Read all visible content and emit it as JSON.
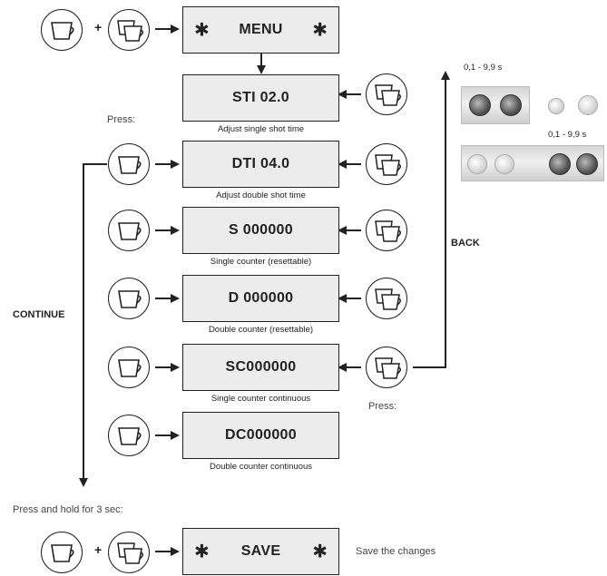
{
  "menu": {
    "title": "MENU",
    "star": "✱"
  },
  "screens": [
    {
      "id": "sti",
      "display": "STI 02.0",
      "caption": "Adjust single shot time"
    },
    {
      "id": "dti",
      "display": "DTI 04.0",
      "caption": "Adjust double shot time"
    },
    {
      "id": "s",
      "display": "S 000000",
      "caption": "Single counter (resettable)"
    },
    {
      "id": "d",
      "display": "D 000000",
      "caption": "Double counter (resettable)"
    },
    {
      "id": "sc",
      "display": "SC000000",
      "caption": "Single counter continuous"
    },
    {
      "id": "dc",
      "display": "DC000000",
      "caption": "Double counter continuous"
    }
  ],
  "save": {
    "title": "SAVE",
    "star": "✱",
    "description": "Save the changes"
  },
  "labels": {
    "press_left": "Press:",
    "press_right": "Press:",
    "continue": "CONTINUE",
    "back": "BACK",
    "press_hold": "Press and hold for 3 sec:",
    "plus": "+"
  },
  "photos": {
    "range_top": "0,1 - 9,9 s",
    "range_bottom": "0,1 - 9,9 s"
  },
  "icons": {
    "single": "single-cup-icon",
    "double": "double-cup-icon",
    "arrow_color": "#222222",
    "rotate_arrow_color": "#e02020"
  }
}
